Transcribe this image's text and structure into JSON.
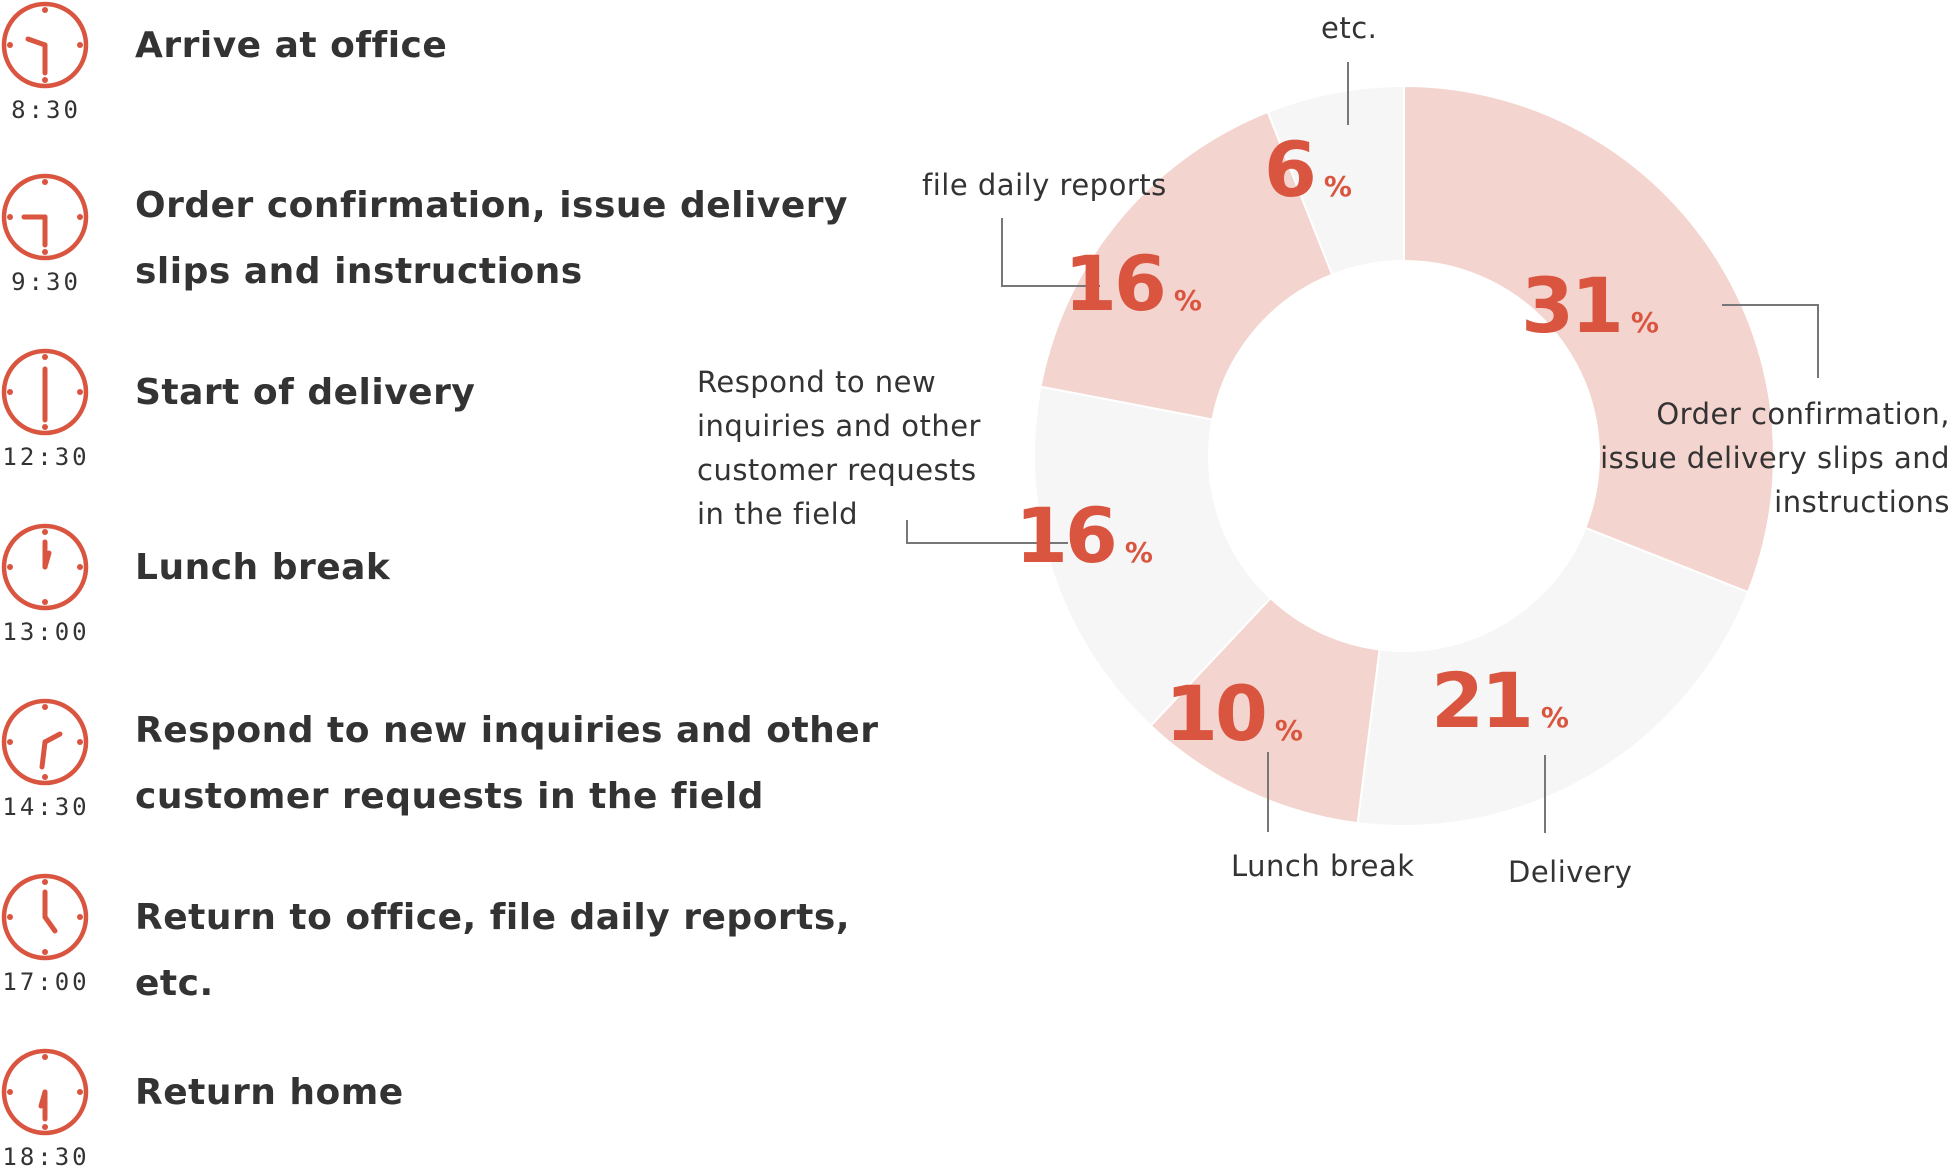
{
  "schedule": {
    "items": [
      {
        "time": "8:30",
        "label": "Arrive at office"
      },
      {
        "time": "9:30",
        "label": "Order confirmation, issue delivery slips and instructions"
      },
      {
        "time": "12:30",
        "label": "Start of delivery"
      },
      {
        "time": "13:00",
        "label": "Lunch break"
      },
      {
        "time": "14:30",
        "label": "Respond to new inquiries and other customer requests in the field"
      },
      {
        "time": "17:00",
        "label": "Return to office, file daily reports, etc."
      },
      {
        "time": "18:30",
        "label": "Return home"
      }
    ]
  },
  "chart_data": {
    "type": "pie",
    "variant": "donut",
    "unit": "%",
    "slices": [
      {
        "label": "Order confirmation, issue delivery slips and instructions",
        "value": 31,
        "color": "#f4d4ce"
      },
      {
        "label": "Delivery",
        "value": 21,
        "color": "#f6f6f6"
      },
      {
        "label": "Lunch break",
        "value": 10,
        "color": "#f4d4ce"
      },
      {
        "label": "Respond to new inquiries and other customer requests in the field",
        "value": 16,
        "color": "#f6f6f6"
      },
      {
        "label": "file daily reports",
        "value": 16,
        "color": "#f4d4ce"
      },
      {
        "label": "etc.",
        "value": 6,
        "color": "#f6f6f6"
      }
    ]
  },
  "colors": {
    "accent": "#d9553f",
    "text": "#333333",
    "leader_line": "#777777"
  }
}
